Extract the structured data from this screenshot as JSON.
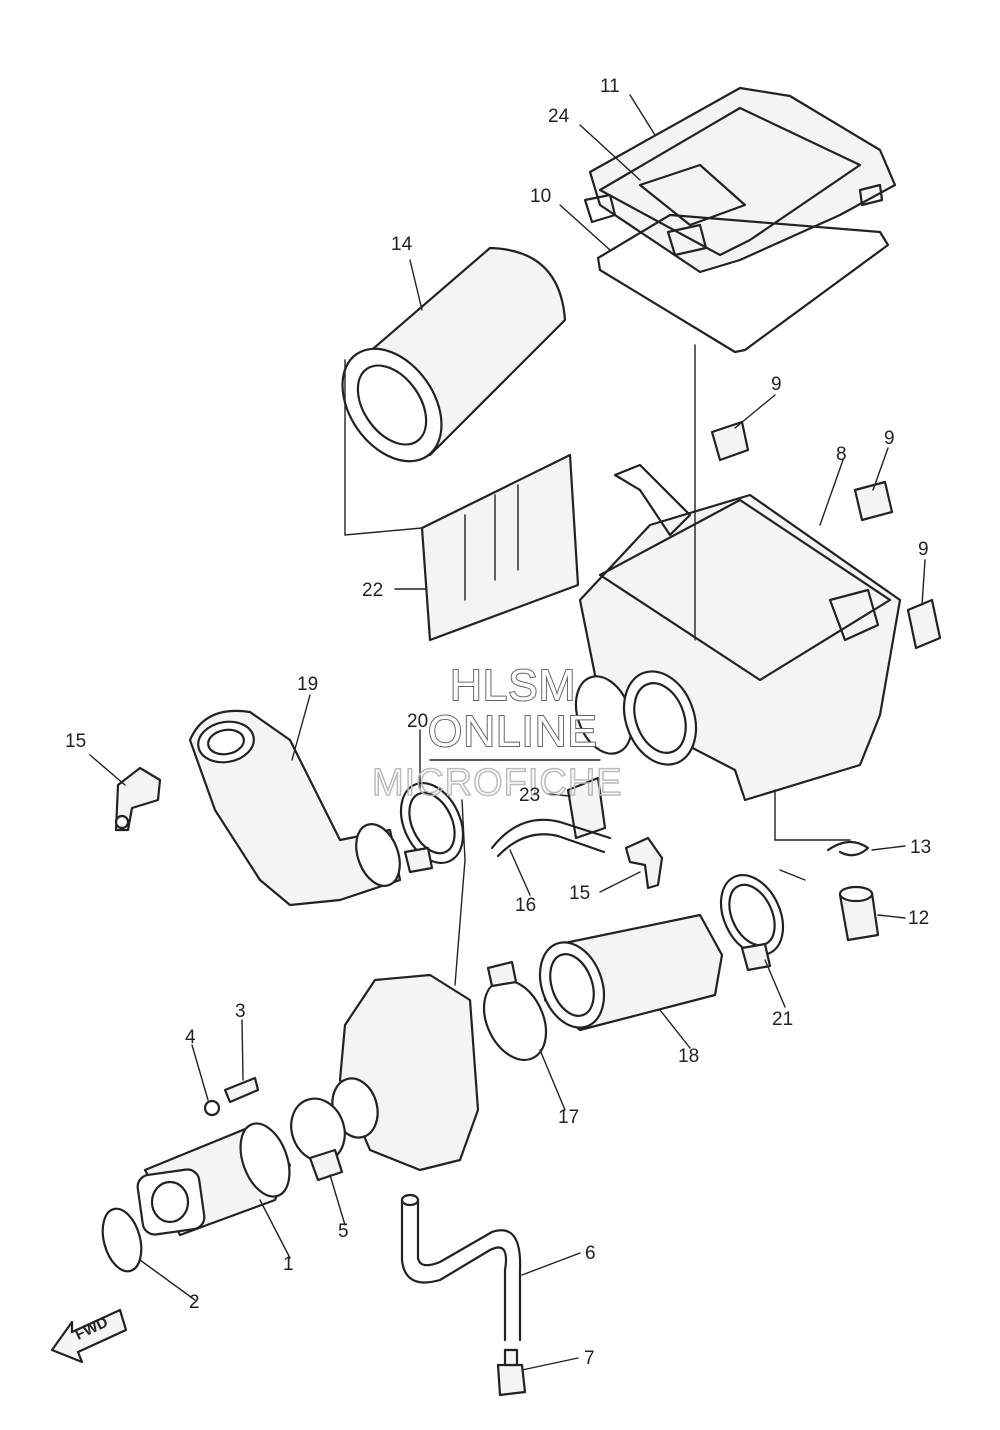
{
  "diagram": {
    "callouts": [
      {
        "id": "11",
        "text": "11"
      },
      {
        "id": "24",
        "text": "24"
      },
      {
        "id": "10",
        "text": "10"
      },
      {
        "id": "14",
        "text": "14"
      },
      {
        "id": "9a",
        "text": "9"
      },
      {
        "id": "9b",
        "text": "9"
      },
      {
        "id": "9c",
        "text": "9"
      },
      {
        "id": "8",
        "text": "8"
      },
      {
        "id": "22",
        "text": "22"
      },
      {
        "id": "19",
        "text": "19"
      },
      {
        "id": "20",
        "text": "20"
      },
      {
        "id": "15a",
        "text": "15"
      },
      {
        "id": "23",
        "text": "23"
      },
      {
        "id": "13",
        "text": "13"
      },
      {
        "id": "16",
        "text": "16"
      },
      {
        "id": "15b",
        "text": "15"
      },
      {
        "id": "12",
        "text": "12"
      },
      {
        "id": "3",
        "text": "3"
      },
      {
        "id": "4",
        "text": "4"
      },
      {
        "id": "21",
        "text": "21"
      },
      {
        "id": "18",
        "text": "18"
      },
      {
        "id": "17",
        "text": "17"
      },
      {
        "id": "5",
        "text": "5"
      },
      {
        "id": "1",
        "text": "1"
      },
      {
        "id": "6",
        "text": "6"
      },
      {
        "id": "2",
        "text": "2"
      },
      {
        "id": "7",
        "text": "7"
      }
    ],
    "fwd_label": "FWD"
  },
  "watermark": {
    "line1": "HLSM",
    "line2": "ONLINE",
    "line3": "MICROFICHE"
  }
}
